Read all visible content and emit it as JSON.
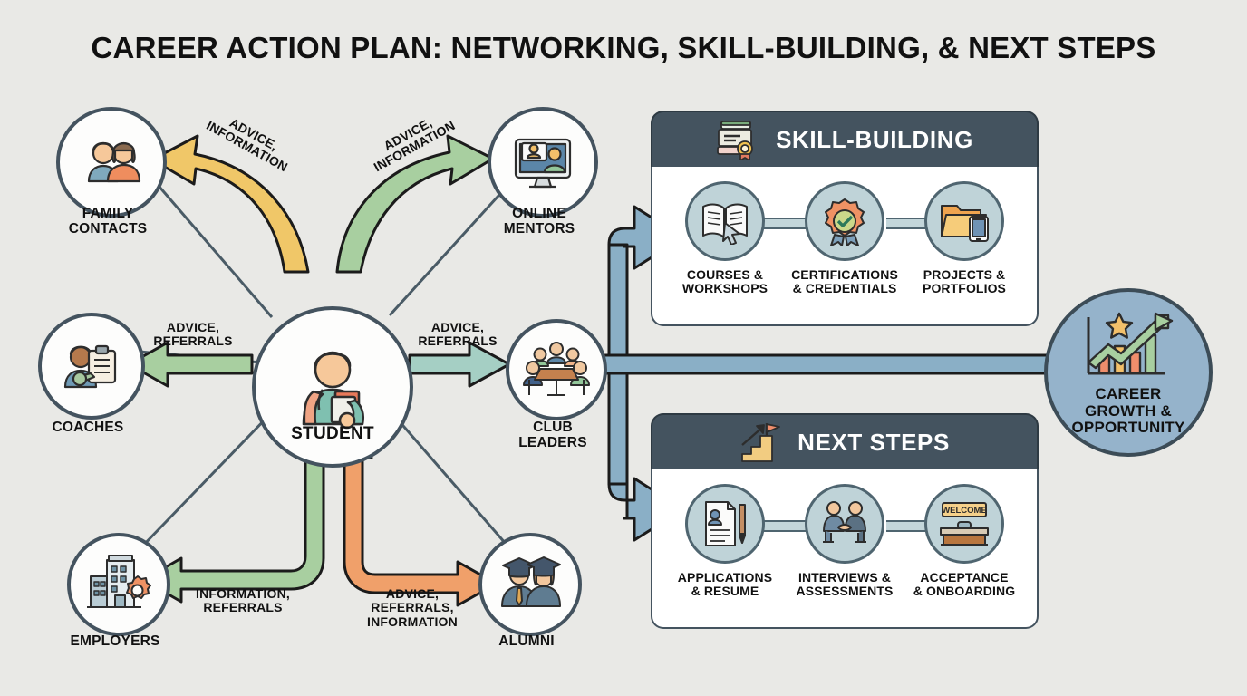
{
  "title": "CAREER ACTION PLAN: NETWORKING, SKILL-BUILDING, & NEXT STEPS",
  "colors": {
    "background": "#e9e9e6",
    "panel_header": "#44535f",
    "arrow_blue": "#8aafc6",
    "arrow_green": "#a8cfa0",
    "arrow_teal": "#a5cfc4",
    "arrow_yellow": "#f0c768",
    "arrow_orange": "#f0a06a",
    "node_stroke": "#44535f",
    "goal_fill": "#95b3cb"
  },
  "network": {
    "center": {
      "label": "STUDENT",
      "icon": "student-icon"
    },
    "nodes": [
      {
        "id": "family",
        "label": "FAMILY\nCONTACTS",
        "icon": "family-icon"
      },
      {
        "id": "mentors",
        "label": "ONLINE\nMENTORS",
        "icon": "video-call-icon"
      },
      {
        "id": "coaches",
        "label": "COACHES",
        "icon": "coach-icon"
      },
      {
        "id": "club",
        "label": "CLUB\nLEADERS",
        "icon": "meeting-icon"
      },
      {
        "id": "employers",
        "label": "EMPLOYERS",
        "icon": "office-building-icon"
      },
      {
        "id": "alumni",
        "label": "ALUMNI",
        "icon": "graduates-icon"
      }
    ],
    "edges": [
      {
        "from": "student",
        "to": "family",
        "label": "ADVICE,\nINFORMATION",
        "color": "#f0c768"
      },
      {
        "from": "student",
        "to": "mentors",
        "label": "ADVICE,\nINFORMATION",
        "color": "#a8cfa0"
      },
      {
        "from": "student",
        "to": "coaches",
        "label": "ADVICE,\nREFERRALS",
        "color": "#a8cfa0"
      },
      {
        "from": "student",
        "to": "club",
        "label": "ADVICE,\nREFERRALS",
        "color": "#a5cfc4"
      },
      {
        "from": "employers",
        "to": "student",
        "label": "INFORMATION,\nREFERRALS",
        "color": "#a8cfa0"
      },
      {
        "from": "alumni",
        "to": "student",
        "label": "ADVICE,\nREFERRALS,\nINFORMATION",
        "color": "#f0a06a"
      }
    ]
  },
  "panels": [
    {
      "id": "skill-building",
      "title": "SKILL-BUILDING",
      "icon": "books-certificate-icon",
      "steps": [
        {
          "label": "COURSES &\nWORKSHOPS",
          "icon": "open-book-cursor-icon"
        },
        {
          "label": "CERTIFICATIONS\n& CREDENTIALS",
          "icon": "award-badge-icon"
        },
        {
          "label": "PROJECTS &\nPORTFOLIOS",
          "icon": "folder-tablet-icon"
        }
      ]
    },
    {
      "id": "next-steps",
      "title": "NEXT STEPS",
      "icon": "stairs-flag-icon",
      "steps": [
        {
          "label": "APPLICATIONS\n& RESUME",
          "icon": "resume-pen-icon"
        },
        {
          "label": "INTERVIEWS &\nASSESSMENTS",
          "icon": "handshake-interview-icon"
        },
        {
          "label": "ACCEPTANCE\n& ONBOARDING",
          "icon": "welcome-desk-icon"
        }
      ]
    }
  ],
  "goal": {
    "label": "CAREER\nGROWTH &\nOPPORTUNITY",
    "icon": "growth-chart-star-icon"
  },
  "welcome_sign": "WELCOME"
}
